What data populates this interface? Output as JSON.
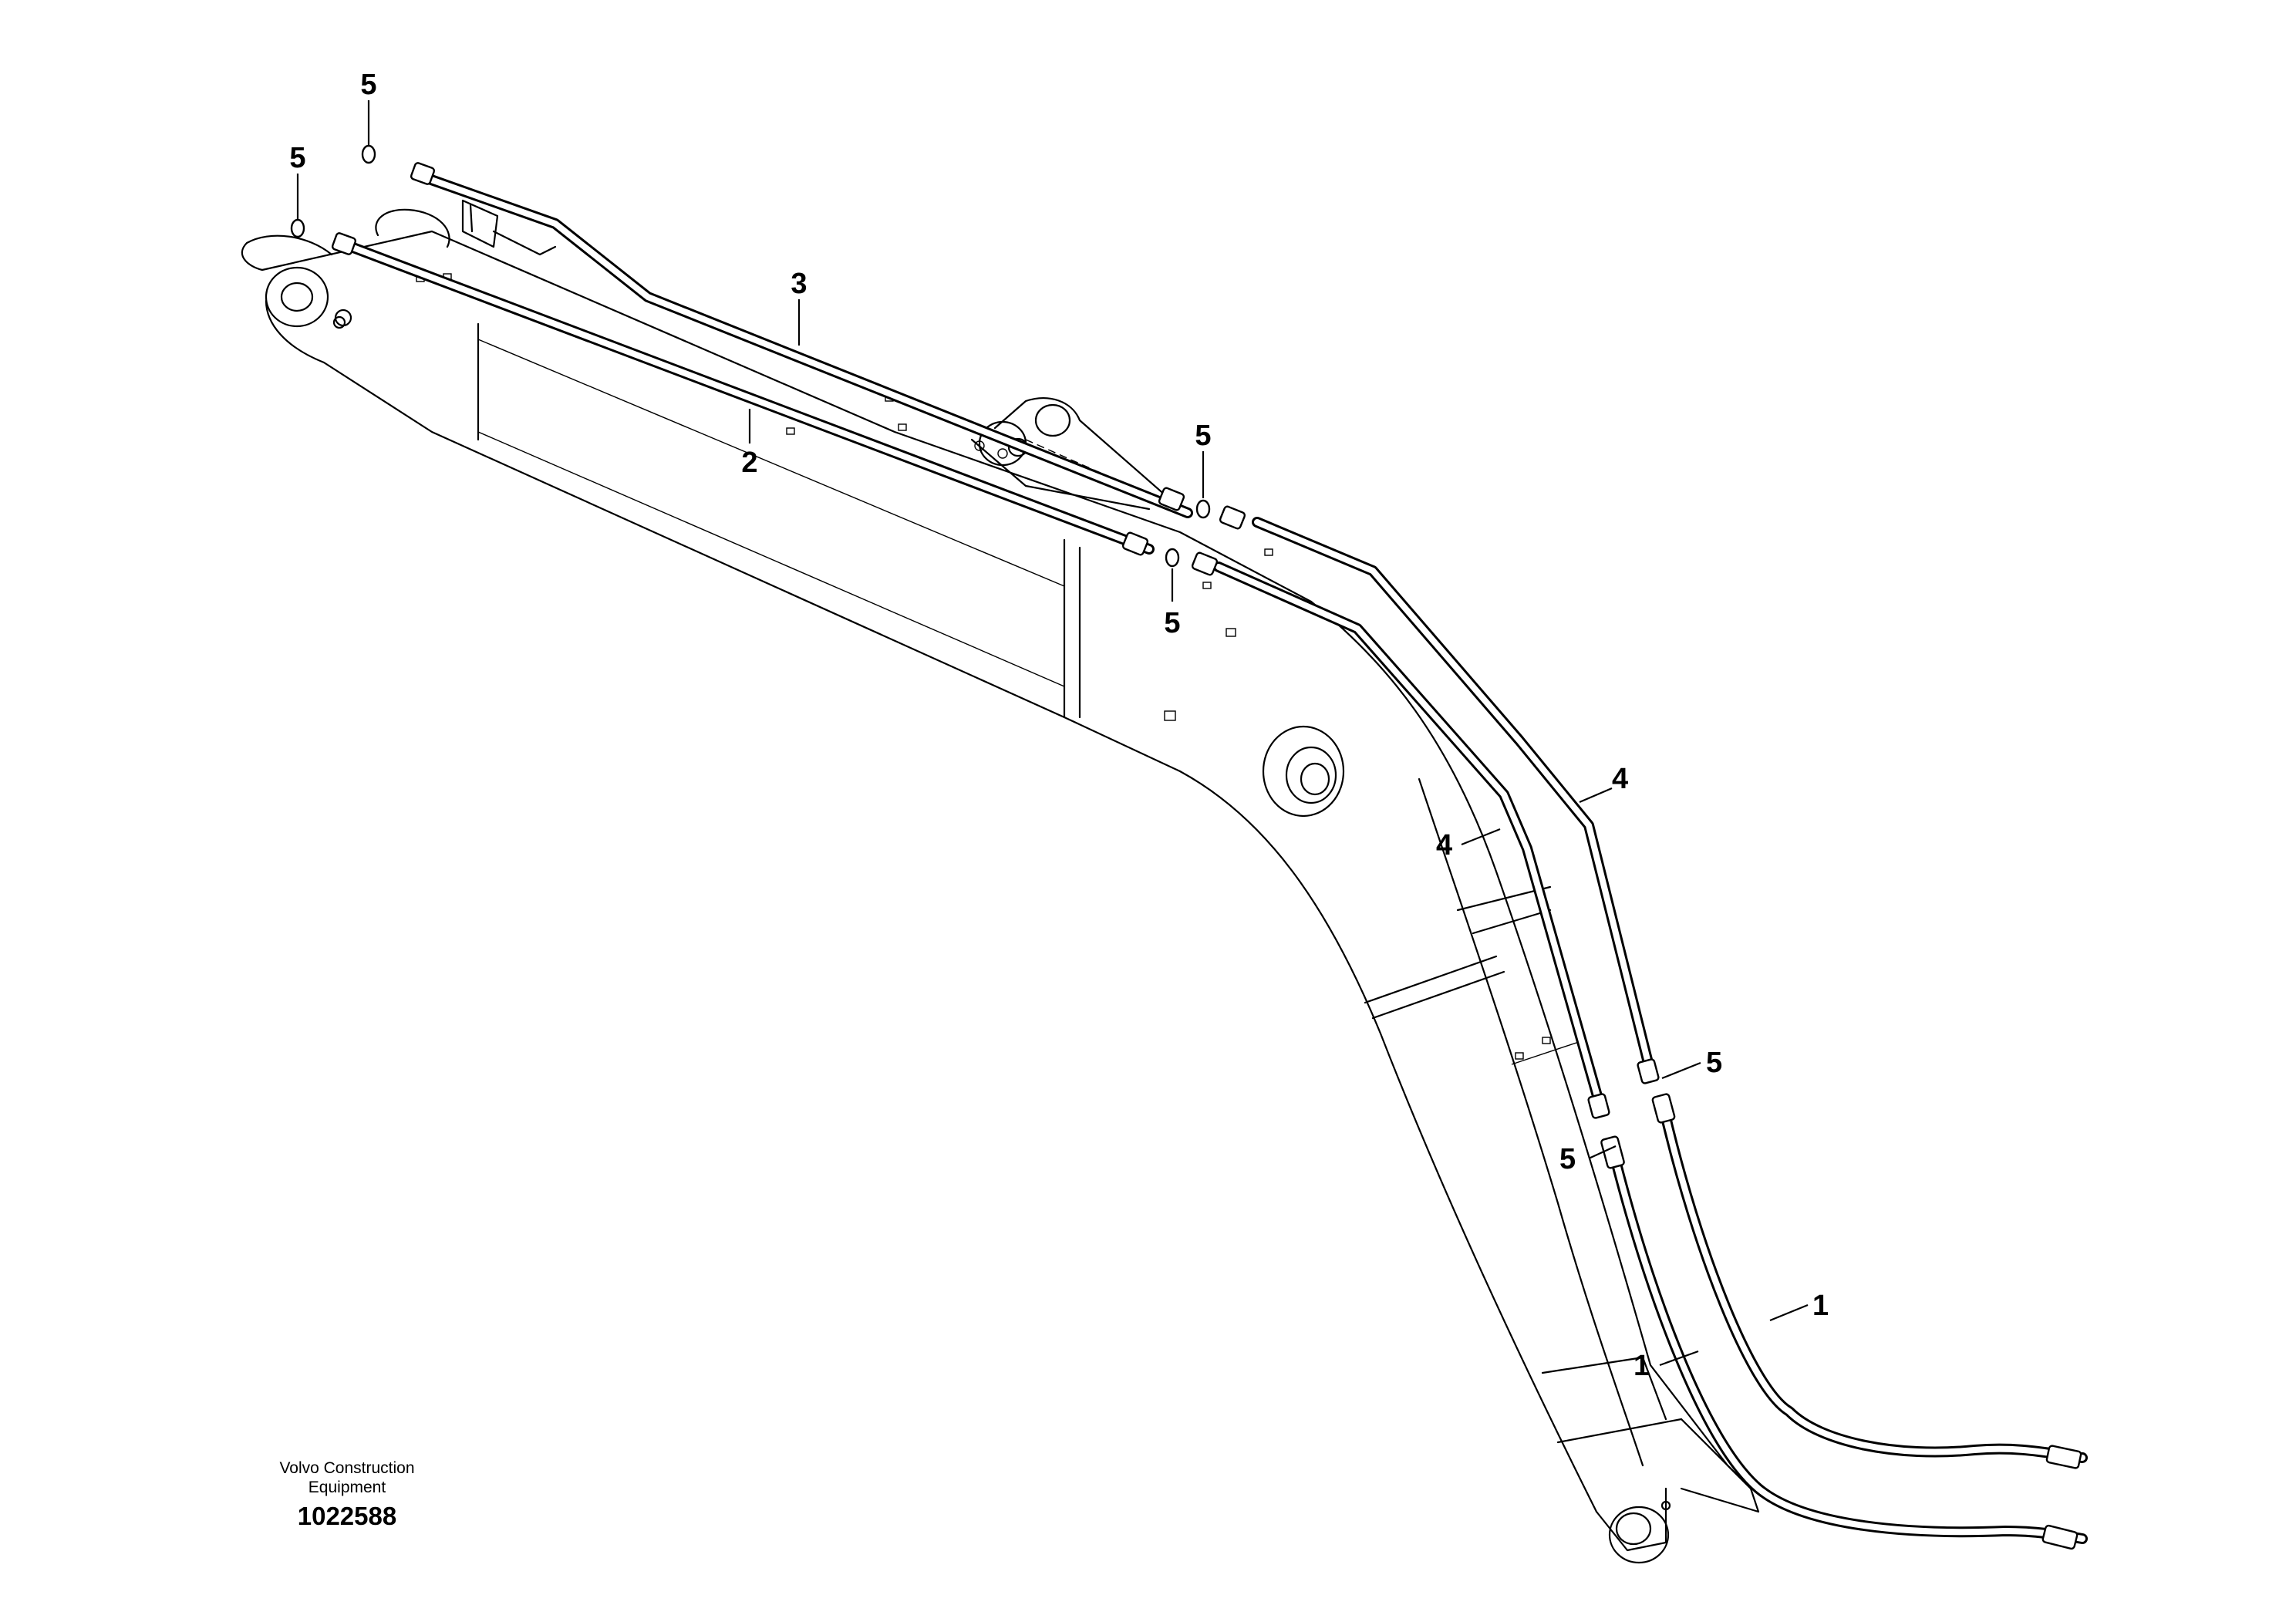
{
  "callouts": {
    "c1": "5",
    "c2": "5",
    "c3": "3",
    "c4": "2",
    "c5": "5",
    "c6": "5",
    "c7": "4",
    "c8": "4",
    "c9": "5",
    "c10": "5",
    "c11": "1",
    "c12": "1"
  },
  "footer": {
    "brand_line1": "Volvo Construction",
    "brand_line2": "Equipment",
    "drawing_number": "1022588"
  }
}
